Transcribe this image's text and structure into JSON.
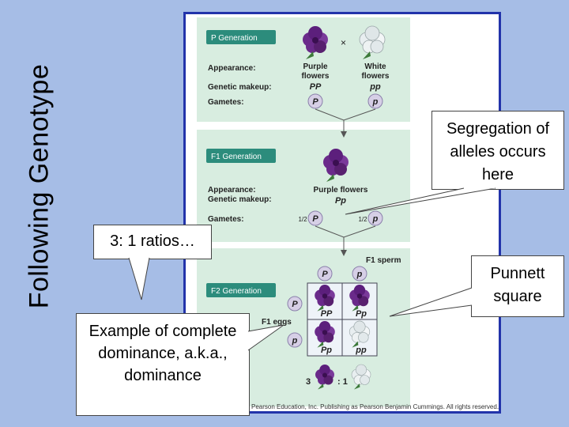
{
  "slide_title": "Following Genotype",
  "figure": {
    "p_generation": {
      "header": "P Generation",
      "cross_symbol": "×",
      "appearance_label": "Appearance:",
      "genetic_makeup_label": "Genetic makeup:",
      "gametes_label": "Gametes:",
      "parent1": {
        "appearance_line1": "Purple",
        "appearance_line2": "flowers",
        "genotype": "PP",
        "gamete": "P"
      },
      "parent2": {
        "appearance_line1": "White",
        "appearance_line2": "flowers",
        "genotype": "pp",
        "gamete": "p"
      }
    },
    "f1_generation": {
      "header": "F1 Generation",
      "appearance_label": "Appearance:",
      "genetic_makeup_label": "Genetic makeup:",
      "gametes_label": "Gametes:",
      "appearance": "Purple flowers",
      "genotype": "Pp",
      "gamete_fraction": "1/2",
      "gamete1": "P",
      "gamete2": "p"
    },
    "f2_generation": {
      "header": "F2 Generation",
      "sperm_label": "F1 sperm",
      "eggs_label": "F1 eggs",
      "sperm_alleles": [
        "P",
        "p"
      ],
      "egg_alleles": [
        "P",
        "p"
      ],
      "cells": [
        {
          "genotype": "PP",
          "flower": "purple"
        },
        {
          "genotype": "Pp",
          "flower": "purple"
        },
        {
          "genotype": "Pp",
          "flower": "purple"
        },
        {
          "genotype": "pp",
          "flower": "white"
        }
      ],
      "ratio_left": "3",
      "ratio_right": ": 1"
    },
    "credit": "Pearson Education, Inc. Publishing as Pearson Benjamin Cummings. All rights reserved."
  },
  "callouts": {
    "segregation": "Segregation of alleles occurs here",
    "punnett": "Punnett square",
    "ratios": "3: 1 ratios…",
    "dominance": "Example of complete dominance, a.k.a., dominance"
  },
  "colors": {
    "slide_bg": "#a6bde6",
    "panel_green": "#d8ede0",
    "header_teal": "#2c8c7c",
    "gamete_circle": "#d6cfe6",
    "purple_flower": "#6a2a8a",
    "white_flower": "#e8eef0",
    "frame_blue": "#2233aa"
  }
}
